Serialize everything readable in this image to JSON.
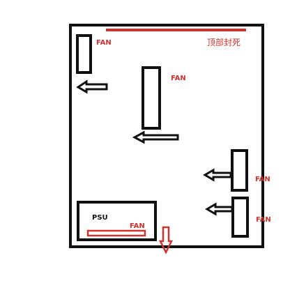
{
  "labels": {
    "top_sealed": "顶部封死",
    "fan": "FAN",
    "psu": "PSU"
  },
  "colors": {
    "outline": "#111111",
    "accent_red": "#d2322d",
    "background": "#ffffff"
  },
  "icons": {
    "airflow": "arrow-icon"
  }
}
